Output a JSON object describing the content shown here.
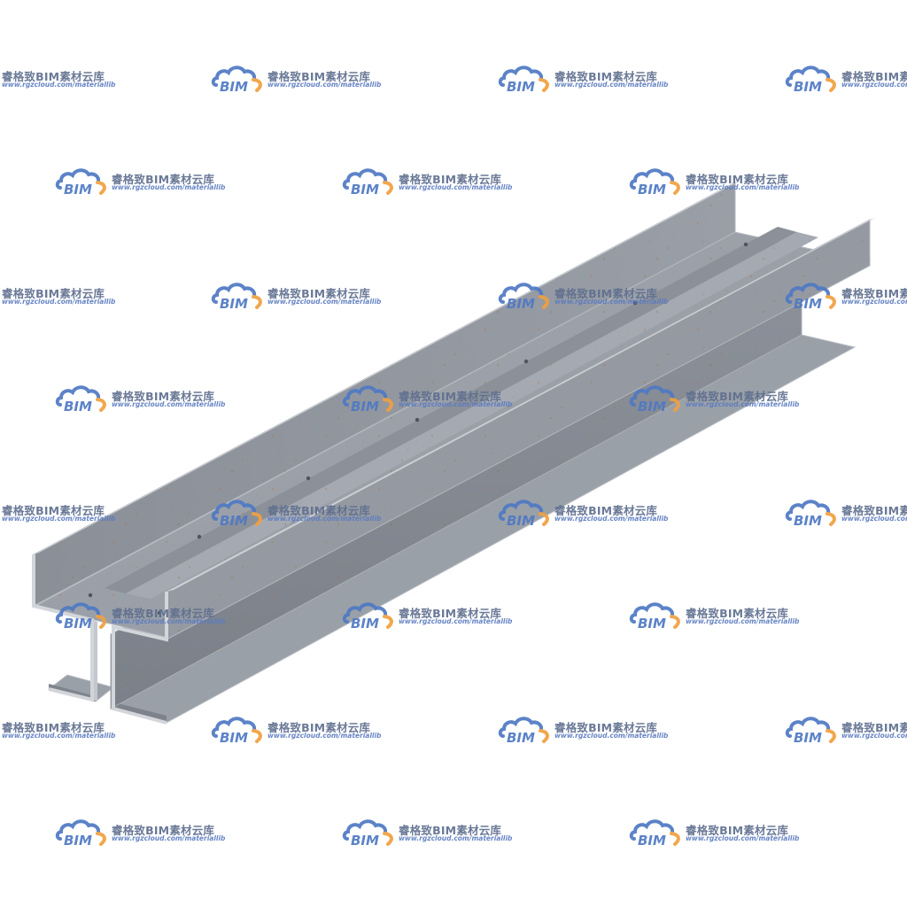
{
  "scene": {
    "subject": "steel-beam-assembly",
    "colors": {
      "background": "#ffffff",
      "steel_light": "#a9adb4",
      "steel_mid": "#8f949c",
      "steel_dark": "#6e737b",
      "steel_edge": "#c9ccd1",
      "rust": "#b07a4a"
    }
  },
  "watermark": {
    "logo_text": "BIM",
    "brand_text": "睿格致BIM素材云库",
    "url_text": "www.rgzcloud.com/materiallib",
    "colors": {
      "cloud_blue": "#4f79c4",
      "cloud_orange": "#f0a040",
      "text_grey": "#5f6f8f",
      "url_blue": "#5b7bc0"
    }
  }
}
